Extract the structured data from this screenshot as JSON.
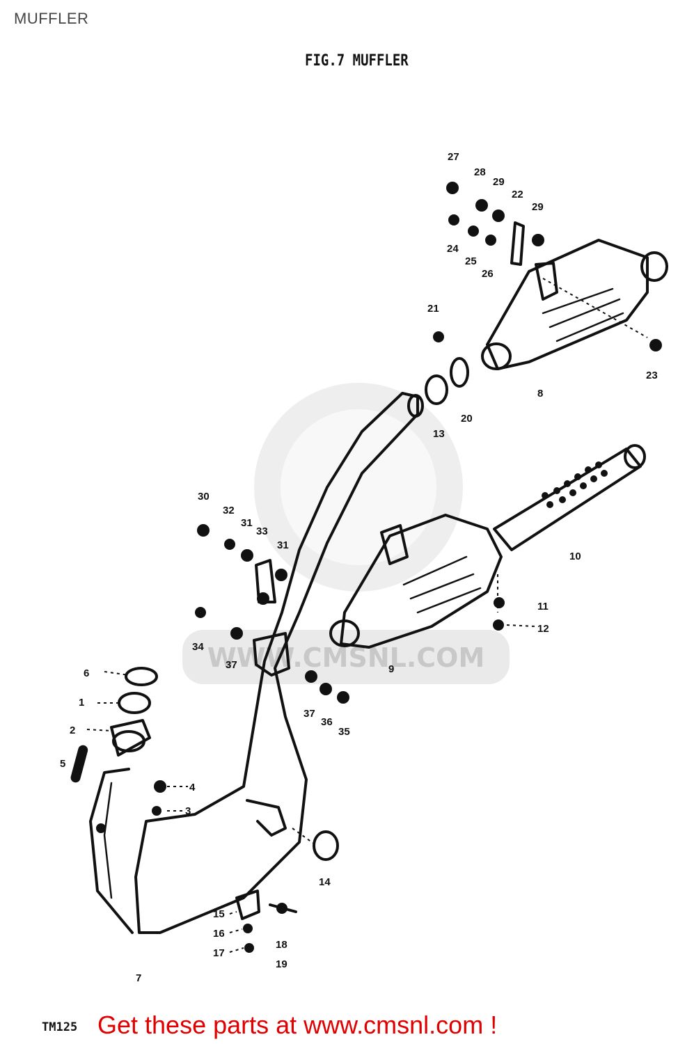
{
  "header": {
    "title": "MUFFLER"
  },
  "figure": {
    "title": "FIG.7  MUFFLER"
  },
  "watermark": {
    "text": "WWW.CMSNL.COM"
  },
  "labels": {
    "p1": "1",
    "p2": "2",
    "p3": "3",
    "p4": "4",
    "p5": "5",
    "p6": "6",
    "p7": "7",
    "p8": "8",
    "p9": "9",
    "p10": "10",
    "p11": "11",
    "p12": "12",
    "p13": "13",
    "p14": "14",
    "p15": "15",
    "p16": "16",
    "p17": "17",
    "p18": "18",
    "p19": "19",
    "p20": "20",
    "p21": "21",
    "p22": "22",
    "p23": "23",
    "p24": "24",
    "p25": "25",
    "p26": "26",
    "p27": "27",
    "p28": "28",
    "p29a": "29",
    "p29b": "29",
    "p30": "30",
    "p31a": "31",
    "p31b": "31",
    "p32": "32",
    "p33": "33",
    "p34": "34",
    "p35": "35",
    "p36": "36",
    "p37a": "37",
    "p37b": "37"
  },
  "footer": {
    "model": "TM125",
    "link_text": "Get these parts at www.cmsnl.com !",
    "link_color": "#e00000"
  }
}
